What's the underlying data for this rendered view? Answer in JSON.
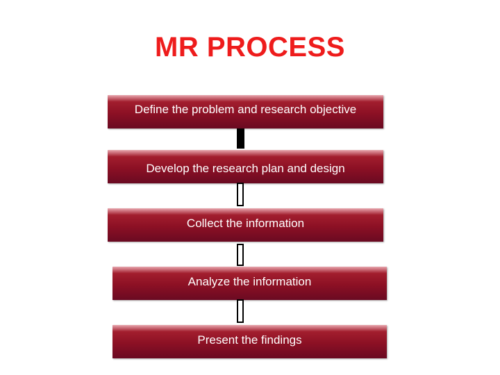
{
  "title": "MR PROCESS",
  "steps": [
    {
      "label": "Define the problem and research objective"
    },
    {
      "label": "Develop the research plan and design"
    },
    {
      "label": "Collect the information"
    },
    {
      "label": "Analyze the information"
    },
    {
      "label": "Present the findings"
    }
  ],
  "colors": {
    "title": "#ee1c1c",
    "step_fill": "#8c1024",
    "step_text": "#ffffff",
    "connector": "#000000"
  }
}
